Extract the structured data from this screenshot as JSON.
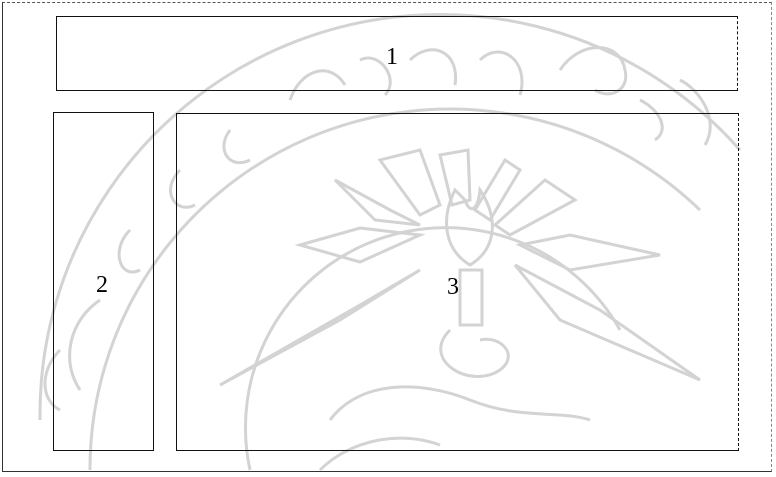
{
  "regions": [
    {
      "label": "1"
    },
    {
      "label": "2"
    },
    {
      "label": "3"
    }
  ],
  "watermark": {
    "kind": "university seal",
    "color": "#d6d6d6"
  }
}
